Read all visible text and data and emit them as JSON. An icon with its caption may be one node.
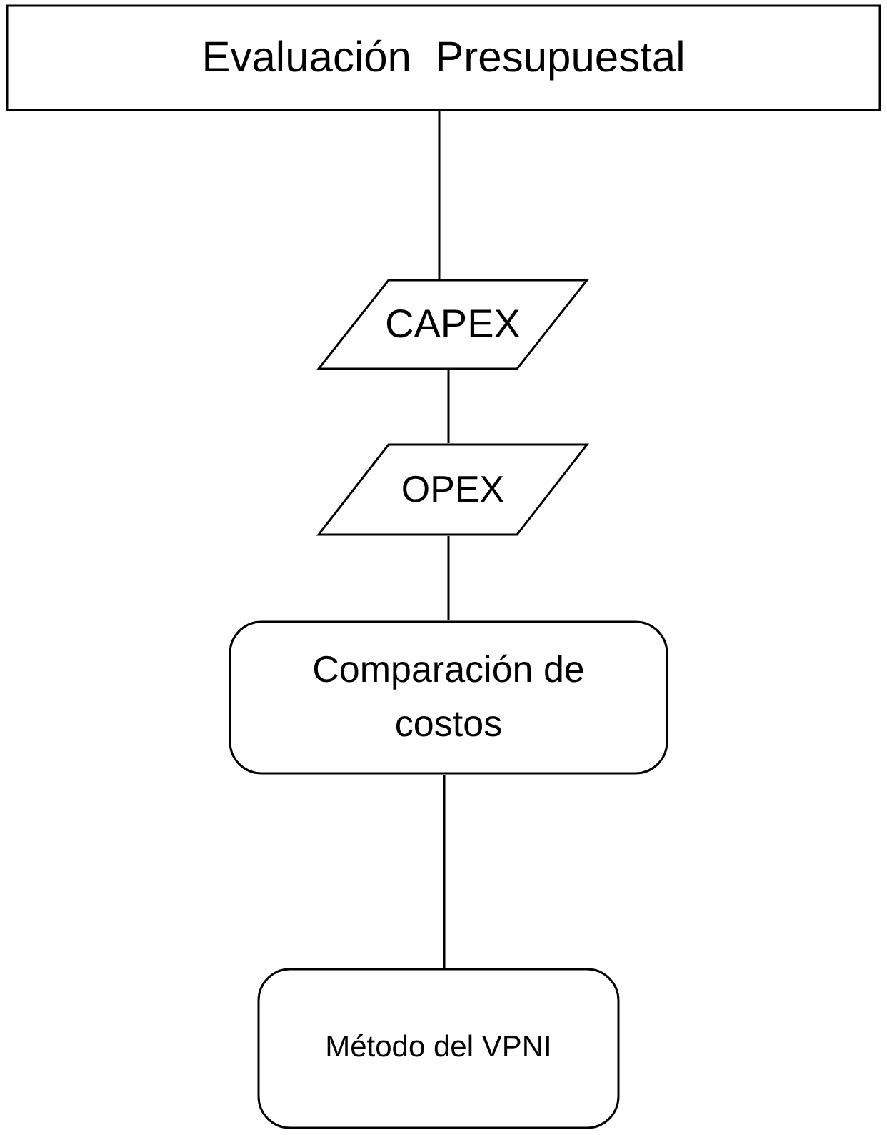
{
  "diagram": {
    "nodes": [
      {
        "text": [
          "Evaluación  Presupuestal"
        ]
      },
      {
        "text": [
          "CAPEX"
        ]
      },
      {
        "text": [
          "OPEX"
        ]
      },
      {
        "text": [
          "Comparación de costos"
        ]
      },
      {
        "text": [
          "Método del VPNI"
        ]
      }
    ],
    "edges": [
      {
        "from": 0,
        "to": 1,
        "arrow": "none"
      },
      {
        "from": 1,
        "to": 2,
        "arrow": "none"
      },
      {
        "from": 2,
        "to": 3,
        "arrow": "none"
      },
      {
        "from": 3,
        "to": 4,
        "arrow": "none"
      }
    ]
  }
}
